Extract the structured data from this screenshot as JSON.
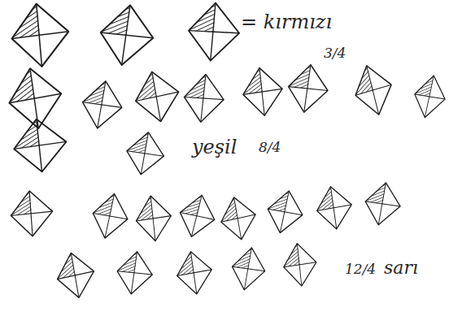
{
  "diagram": {
    "labels": [
      "= kırmızı",
      "3/4",
      "yeşil",
      "8/4",
      "12/4",
      "sarı"
    ]
  }
}
